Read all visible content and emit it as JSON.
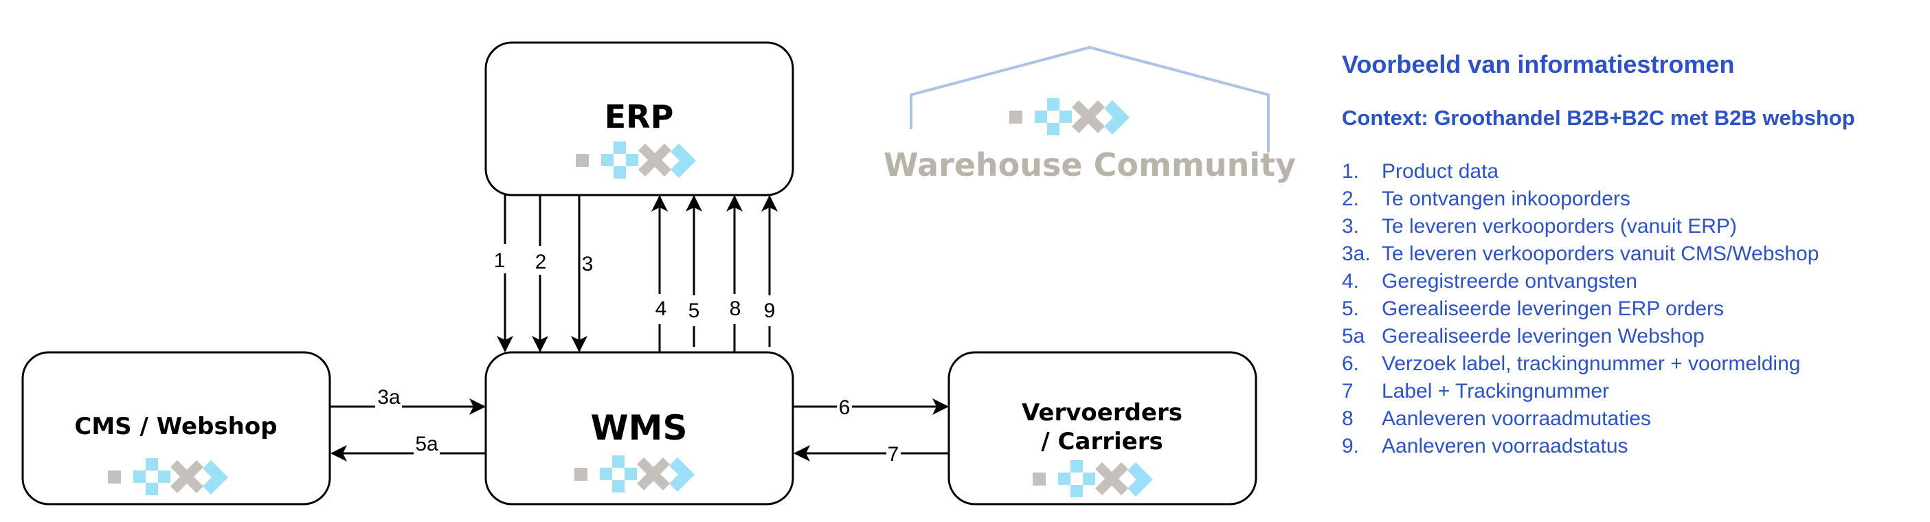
{
  "diagram": {
    "systems": {
      "erp": "ERP",
      "wms": "WMS",
      "cms": "CMS / Webshop",
      "carriers_line1": "Vervoerders",
      "carriers_line2": "/ Carriers"
    },
    "flows": [
      {
        "id": "1",
        "from": "ERP",
        "to": "WMS"
      },
      {
        "id": "2",
        "from": "ERP",
        "to": "WMS"
      },
      {
        "id": "3",
        "from": "ERP",
        "to": "WMS"
      },
      {
        "id": "4",
        "from": "WMS",
        "to": "ERP"
      },
      {
        "id": "5",
        "from": "WMS",
        "to": "ERP"
      },
      {
        "id": "8",
        "from": "WMS",
        "to": "ERP"
      },
      {
        "id": "9",
        "from": "WMS",
        "to": "ERP"
      },
      {
        "id": "3a",
        "from": "CMS / Webshop",
        "to": "WMS"
      },
      {
        "id": "5a",
        "from": "WMS",
        "to": "CMS / Webshop"
      },
      {
        "id": "6",
        "from": "WMS",
        "to": "Vervoerders / Carriers"
      },
      {
        "id": "7",
        "from": "Vervoerders / Carriers",
        "to": "WMS"
      }
    ],
    "brand_logo_text": "Warehouse Community",
    "colors": {
      "logo_gray": "#c5c0bb",
      "logo_blue": "#9ce0f8",
      "house_outline": "#a9c4e4",
      "legend_text": "#2a52cf"
    }
  },
  "legend": {
    "title": "Voorbeeld van informatiestromen",
    "subtitle": "Context: Groothandel B2B+B2C met B2B webshop",
    "items": [
      {
        "num": "1.",
        "text": "Product data"
      },
      {
        "num": "2.",
        "text": "Te ontvangen inkooporders"
      },
      {
        "num": "3.",
        "text": "Te leveren verkooporders (vanuit ERP)"
      },
      {
        "num": "3a.",
        "text": "Te leveren verkooporders vanuit CMS/Webshop"
      },
      {
        "num": "4.",
        "text": "Geregistreerde ontvangsten"
      },
      {
        "num": "5.",
        "text": "Gerealiseerde leveringen ERP orders"
      },
      {
        "num": "5a",
        "text": "Gerealiseerde leveringen Webshop"
      },
      {
        "num": "6.",
        "text": "Verzoek label, trackingnummer + voormelding"
      },
      {
        "num": "7",
        "text": "Label + Trackingnummer"
      },
      {
        "num": "8",
        "text": "Aanleveren voorraadmutaties"
      },
      {
        "num": "9.",
        "text": "Aanleveren voorraadstatus"
      }
    ]
  }
}
